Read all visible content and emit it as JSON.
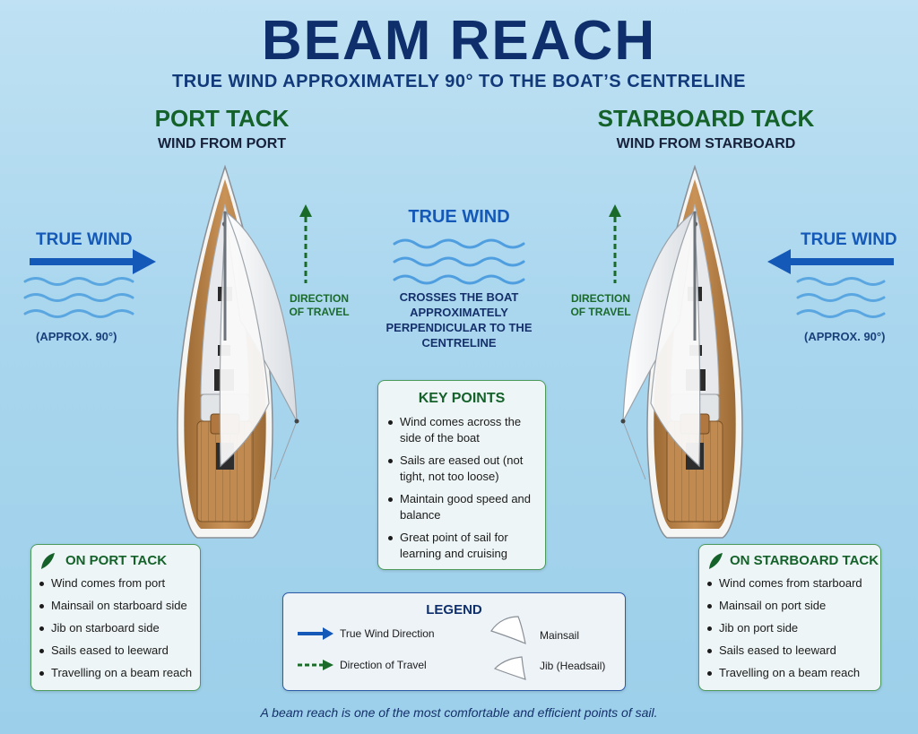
{
  "header": {
    "title": "BEAM REACH",
    "subtitle": "TRUE WIND APPROXIMATELY 90° TO THE BOAT’S CENTRELINE"
  },
  "port": {
    "title": "PORT TACK",
    "subtitle": "WIND FROM PORT",
    "wind_label": "TRUE WIND",
    "approx": "(APPROX. 90°)",
    "direction_label": "DIRECTION OF TRAVEL",
    "panel_title": "ON PORT TACK",
    "points": [
      "Wind comes from port",
      "Mainsail on starboard side",
      "Jib on starboard side",
      "Sails eased to leeward",
      "Travelling on a beam reach"
    ]
  },
  "starboard": {
    "title": "STARBOARD TACK",
    "subtitle": "WIND FROM STARBOARD",
    "wind_label": "TRUE WIND",
    "approx": "(APPROX. 90°)",
    "direction_label": "DIRECTION OF TRAVEL",
    "panel_title": "ON STARBOARD TACK",
    "points": [
      "Wind comes from starboard",
      "Mainsail on port side",
      "Jib on port side",
      "Sails eased to leeward",
      "Travelling on a beam reach"
    ]
  },
  "center": {
    "wind_label": "TRUE WIND",
    "description": "CROSSES THE BOAT APPROXIMATELY PERPENDICULAR TO THE CENTRELINE"
  },
  "key_points": {
    "title": "KEY POINTS",
    "items": [
      "Wind comes across the side of the boat",
      "Sails are eased out (not tight, not too loose)",
      "Maintain good speed and balance",
      "Great point of sail for learning and cruising"
    ]
  },
  "legend": {
    "title": "LEGEND",
    "true_wind": "True Wind Direction",
    "direction": "Direction of Travel",
    "mainsail": "Mainsail",
    "jib": "Jib (Headsail)"
  },
  "footer": "A beam reach is one of the most comfortable and efficient points of sail.",
  "colors": {
    "wind_blue": "#1559b8",
    "travel_green": "#1a6b2a",
    "title_navy": "#0e2f6b",
    "deck_teak": "#b9834a"
  }
}
